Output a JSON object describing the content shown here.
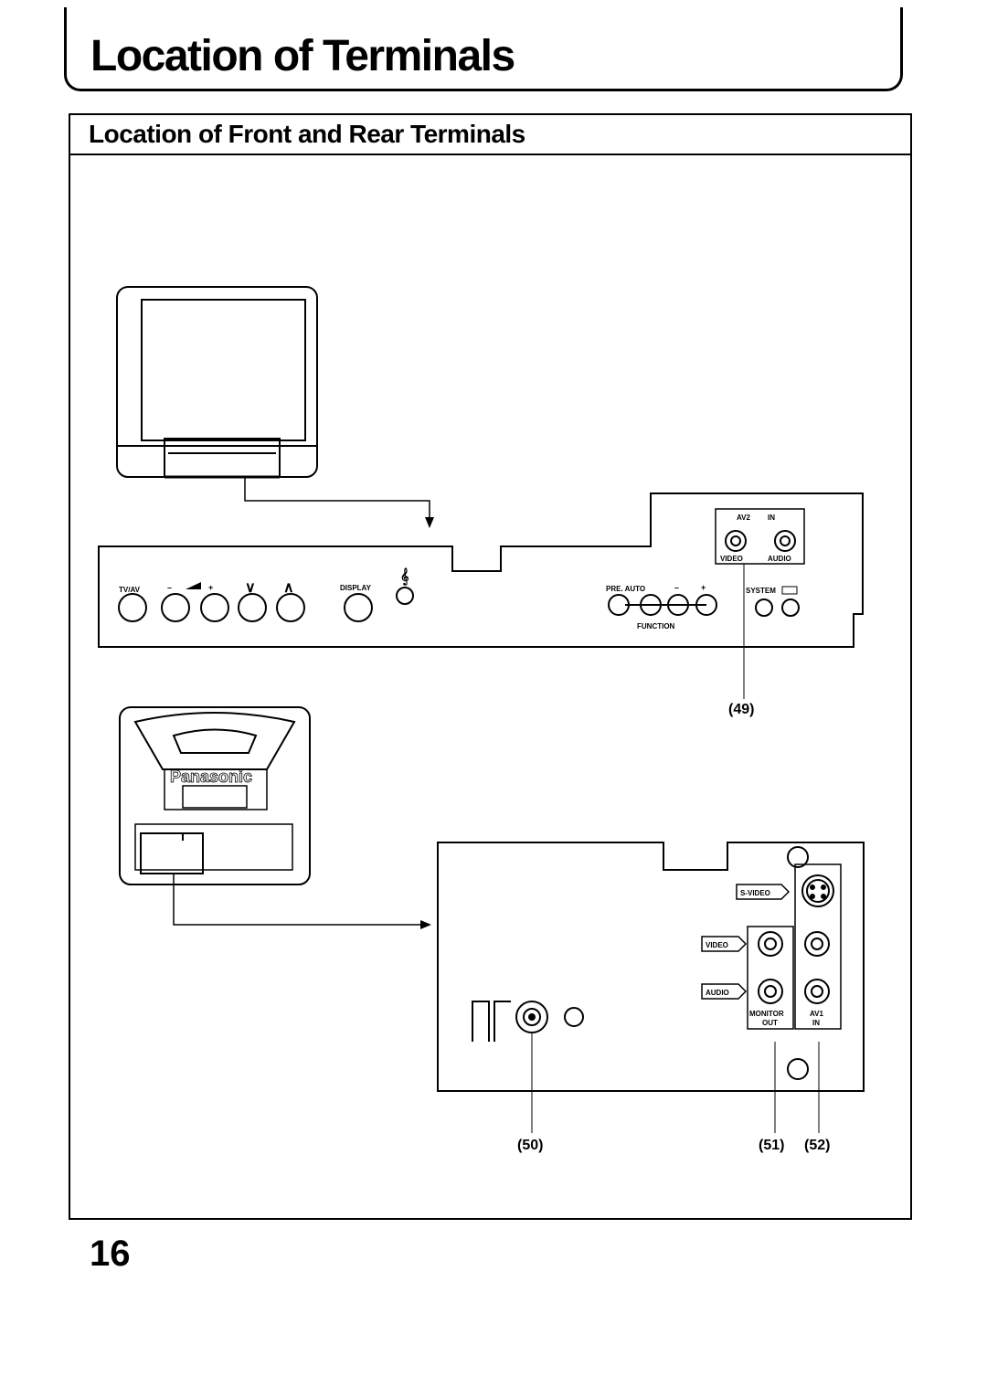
{
  "page": {
    "title": "Location of Terminals",
    "section_title": "Location of Front and Rear Terminals",
    "page_number": "16"
  },
  "front_panel": {
    "tv_av": "TV/AV",
    "volume_minus": "–",
    "volume_plus": "+",
    "channel_down": "∨",
    "channel_up": "∧",
    "display": "DISPLAY",
    "pre_auto": "PRE. AUTO",
    "func_minus": "–",
    "func_plus": "+",
    "function": "FUNCTION",
    "system": "SYSTEM",
    "av2": "AV2",
    "in": "IN",
    "video": "VIDEO",
    "audio": "AUDIO"
  },
  "rear_panel": {
    "brand": "Panasonic",
    "s_video": "S-VIDEO",
    "video": "VIDEO",
    "audio": "AUDIO",
    "monitor": "MONITOR",
    "out": "OUT",
    "av1": "AV1",
    "in": "IN"
  },
  "callouts": {
    "c49": "(49)",
    "c50": "(50)",
    "c51": "(51)",
    "c52": "(52)"
  }
}
